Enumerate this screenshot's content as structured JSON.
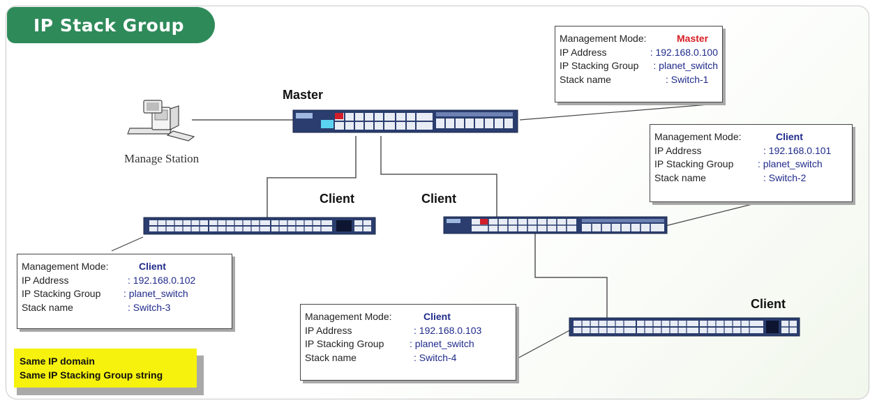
{
  "title": "IP Stack Group",
  "station": {
    "label": "Manage Station"
  },
  "devices": {
    "master": {
      "label": "Master"
    },
    "client_left": {
      "label": "Client"
    },
    "client_mid": {
      "label": "Client"
    },
    "client_right": {
      "label": "Client"
    }
  },
  "fields": {
    "mode": "Management Mode:",
    "ip": "IP Address",
    "group": "IP Stacking Group",
    "name": "Stack name"
  },
  "callouts": {
    "switch1": {
      "mode": "Master",
      "ip": ": 192.168.0.100",
      "group": ":  planet_switch",
      "name": ":  Switch-1"
    },
    "switch2": {
      "mode": "Client",
      "ip": ": 192.168.0.101",
      "group": ":  planet_switch",
      "name": ":  Switch-2"
    },
    "switch3": {
      "mode": "Client",
      "ip": ": 192.168.0.102",
      "group": ":  planet_switch",
      "name": ":  Switch-3"
    },
    "switch4": {
      "mode": "Client",
      "ip": ": 192.168.0.103",
      "group": ":  planet_switch",
      "name": ":  Switch-4"
    }
  },
  "note": {
    "line1": "Same IP domain",
    "line2": "Same IP Stacking Group string"
  },
  "colors": {
    "title_bg": "#2f8a5a",
    "master_mode": "#d71d24",
    "client_mode": "#1f2a8a",
    "note_bg": "#f6f20d",
    "switch_body": "#2a3d6e"
  }
}
